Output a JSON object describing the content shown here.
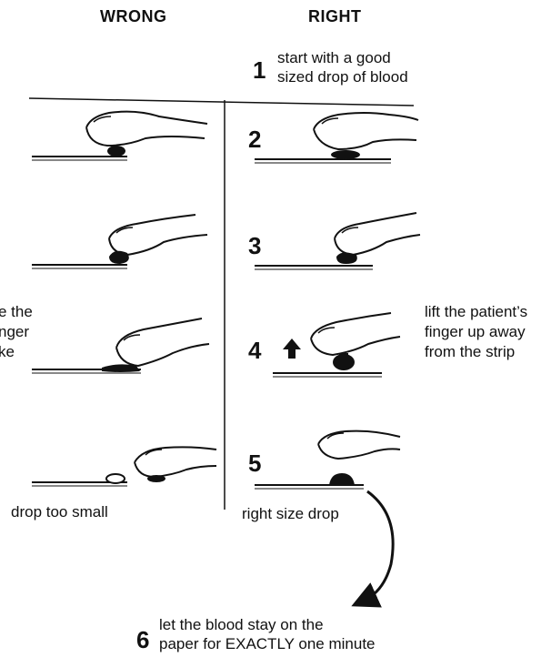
{
  "headers": {
    "wrong": "WRONG",
    "right": "RIGHT"
  },
  "steps": [
    {
      "number": "1",
      "text_line1": "start with a good",
      "text_line2": "sized drop of blood"
    },
    {
      "number": "2"
    },
    {
      "number": "3"
    },
    {
      "number": "4",
      "text_line1": "lift the patient’s",
      "text_line2": "finger up away",
      "text_line3": "from the strip"
    },
    {
      "number": "5"
    },
    {
      "number": "6",
      "text_line1": "let the blood stay on the",
      "text_line2": "paper for EXACTLY one minute"
    }
  ],
  "wrong_note": {
    "line1": "e the",
    "line2": "nger",
    "line3": "ke"
  },
  "captions": {
    "wrong_small": "drop too small",
    "right_size": "right size drop"
  },
  "colors": {
    "ink": "#111111",
    "background": "#ffffff"
  },
  "icons": [
    "finger-icon",
    "blood-drop-icon",
    "test-strip-icon",
    "up-arrow-icon",
    "curved-arrow-icon"
  ]
}
